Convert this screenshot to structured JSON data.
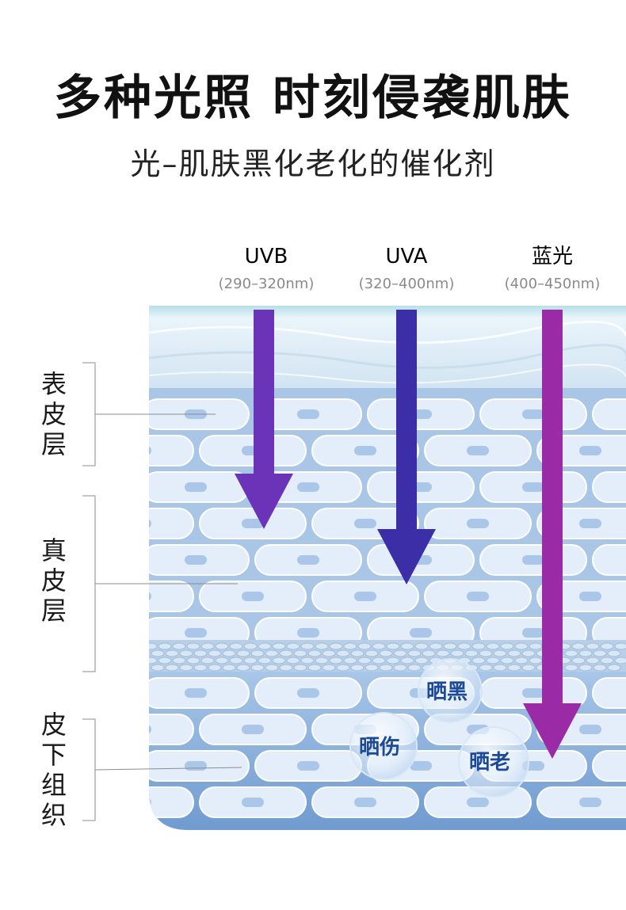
{
  "header": {
    "title": "多种光照 时刻侵袭肌肤",
    "subtitle": "光–肌肤黑化老化的催化剂"
  },
  "rays": [
    {
      "name": "UVB",
      "range": "(290–320nm)",
      "color": "#6a33b8"
    },
    {
      "name": "UVA",
      "range": "(320–400nm)",
      "color": "#3b2ea6"
    },
    {
      "name": "蓝光",
      "range": "(400–450nm)",
      "color": "#9a2aa6"
    }
  ],
  "layers": {
    "epidermis": "表皮层",
    "dermis": "真皮层",
    "subcutis": "皮下组织"
  },
  "effects": {
    "tanning": "晒黑",
    "damage": "晒伤",
    "aging": "晒老"
  },
  "colors": {
    "skin_surface": "#e3eef7",
    "cell_layer": "#a9c6e6",
    "cell": "#dfeafa",
    "subcutis": "#87aedc"
  }
}
